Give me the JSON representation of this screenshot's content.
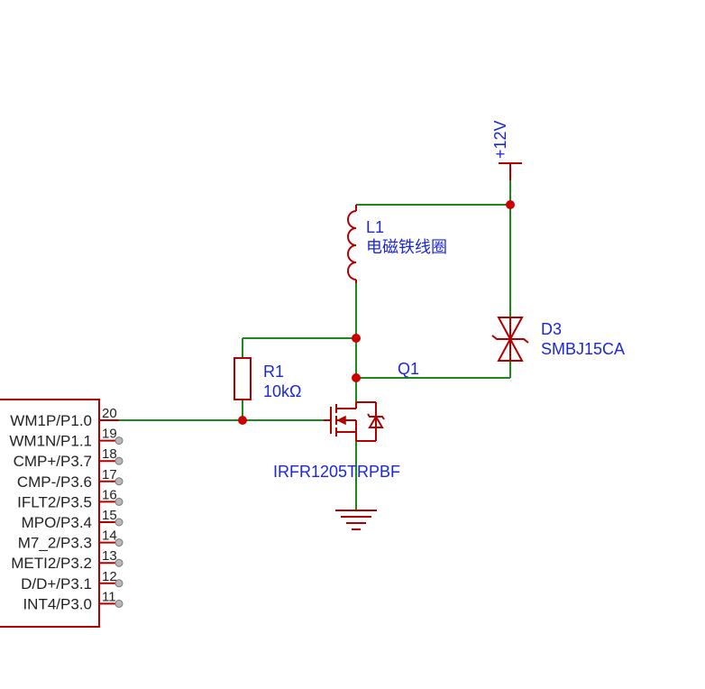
{
  "power": {
    "label": "+12V"
  },
  "inductor": {
    "ref": "L1",
    "value": "电磁铁线圈"
  },
  "resistor": {
    "ref": "R1",
    "value": "10kΩ"
  },
  "diode": {
    "ref": "D3",
    "value": "SMBJ15CA"
  },
  "mosfet": {
    "ref": "Q1",
    "value": "IRFR1205TRPBF"
  },
  "mcu": {
    "pins": [
      {
        "name": "WM1P/P1.0",
        "num": "20"
      },
      {
        "name": "WM1N/P1.1",
        "num": "19"
      },
      {
        "name": "CMP+/P3.7",
        "num": "18"
      },
      {
        "name": "CMP-/P3.6",
        "num": "17"
      },
      {
        "name": "IFLT2/P3.5",
        "num": "16"
      },
      {
        "name": "MPO/P3.4",
        "num": "15"
      },
      {
        "name": "M7_2/P3.3",
        "num": "14"
      },
      {
        "name": "METI2/P3.2",
        "num": "13"
      },
      {
        "name": "D/D+/P3.1",
        "num": "12"
      },
      {
        "name": "INT4/P3.0",
        "num": "11"
      }
    ]
  }
}
